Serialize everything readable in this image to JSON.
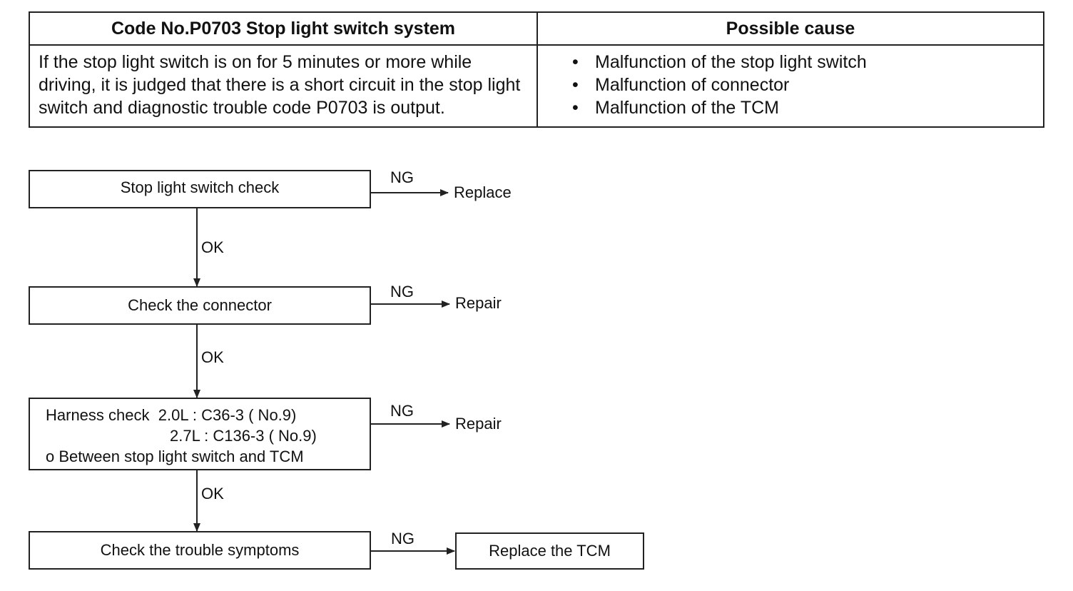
{
  "table": {
    "header_code": "Code No.P0703 Stop light switch system",
    "header_cause": "Possible cause",
    "description": "If the stop light switch is on for 5 minutes or more while driving, it is judged that there is a short circuit in the stop light switch and diagnostic trouble code P0703 is output.",
    "bullet": "•",
    "causes": [
      "Malfunction of the stop light switch",
      "Malfunction of connector",
      "Malfunction of the TCM"
    ]
  },
  "flow": {
    "step1": "Stop light switch check",
    "step2": "Check the connector",
    "step3": {
      "line1_label": "Harness check",
      "line1_value": "2.0L : C36-3 ( No.9)",
      "line2_value": "2.7L : C136-3 ( No.9)",
      "line3": "o Between stop light switch and TCM"
    },
    "step4": "Check the trouble symptoms",
    "ng": "NG",
    "ok": "OK",
    "result1": "Replace",
    "result2": "Repair",
    "result3": "Repair",
    "result4": "Replace the TCM"
  }
}
